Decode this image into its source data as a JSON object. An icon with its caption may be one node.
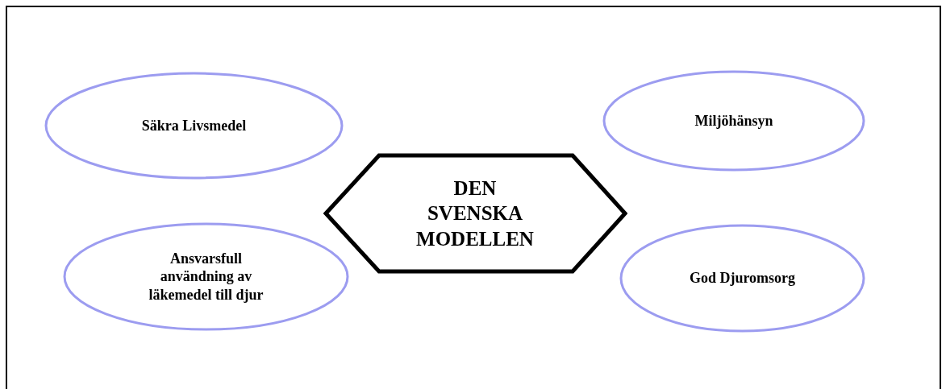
{
  "diagram": {
    "nodes": [
      {
        "text": [
          "Säkra Livsmedel"
        ]
      },
      {
        "text": [
          "Miljöhänsyn"
        ]
      },
      {
        "text": [
          "DEN SVENSKA MODELLEN"
        ]
      },
      {
        "text": [
          "Ansvarsfull användning av läkemedel till djur"
        ]
      },
      {
        "text": [
          "God Djuromsorg"
        ]
      }
    ]
  }
}
